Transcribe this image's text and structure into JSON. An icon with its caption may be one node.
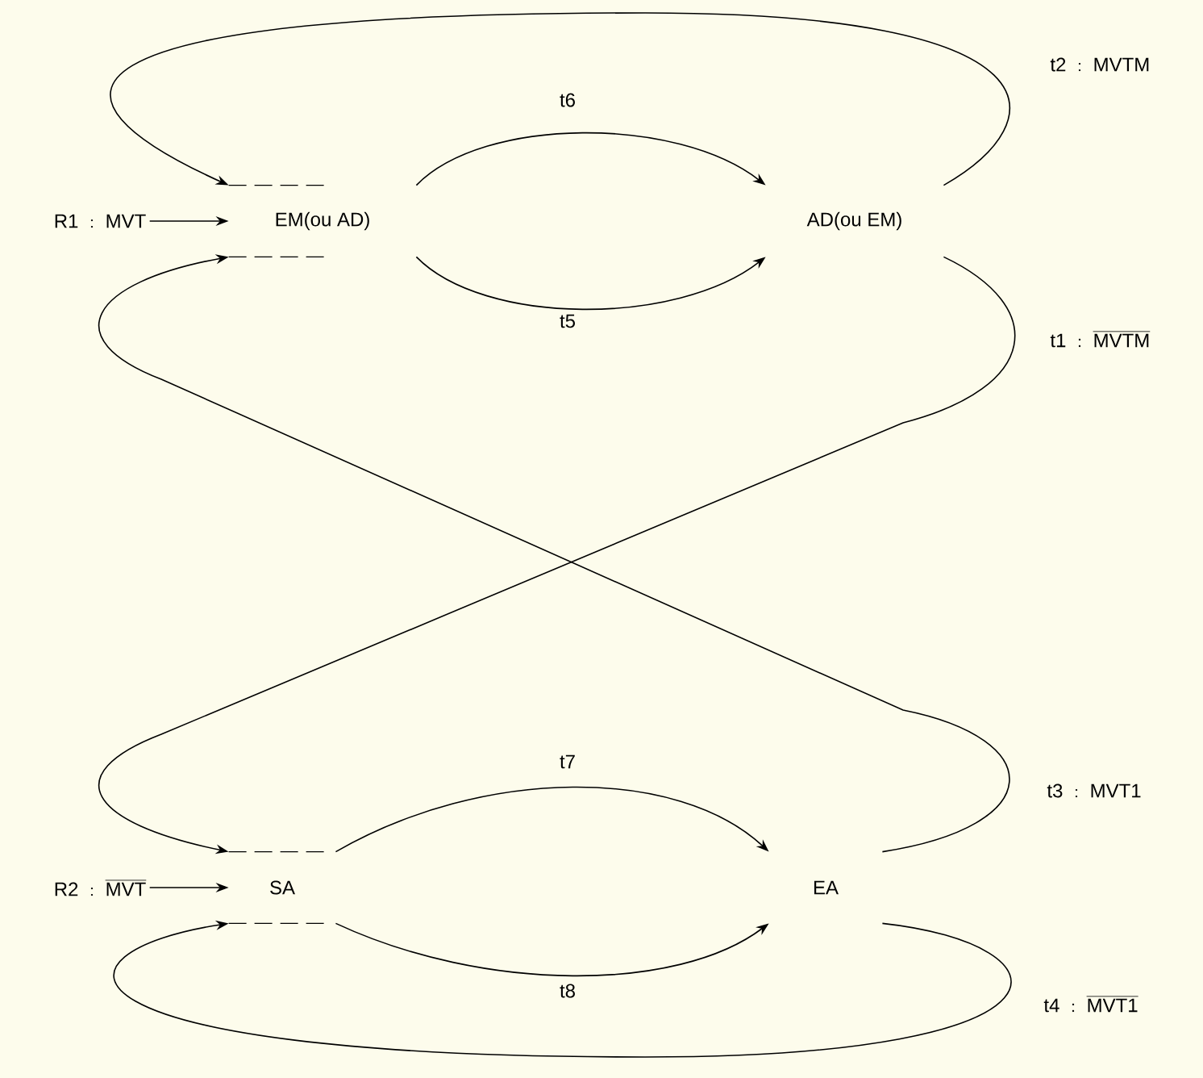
{
  "diagram": {
    "nodes": [
      {
        "text": [
          "\\mathsf{R1\\;:\\;MVT}"
        ]
      },
      {
        "text": [
          "EM(ou AD)"
        ]
      },
      {
        "text": [
          "AD(ou EM)"
        ]
      },
      {
        "text": [
          "\\mathsf{R2\\;:\\;\\overline{MVT}}"
        ]
      },
      {
        "text": [
          "SA"
        ]
      },
      {
        "text": [
          "EA"
        ]
      }
    ],
    "edges": [
      {
        "from": 0,
        "to": 1,
        "arrow": "to"
      },
      {
        "from": 1,
        "to": 2,
        "arrow": "to",
        "label": "\\mathsf{t6}"
      },
      {
        "from": 1,
        "to": 2,
        "arrow": "to",
        "label": "\\mathsf{t5}"
      },
      {
        "from": 2,
        "to": 1,
        "arrow": "to",
        "label": "\\mathsf{t2\\;:\\;MVTM}"
      },
      {
        "from": 2,
        "to": 4,
        "arrow": "to",
        "label": "\\mathsf{t1\\;:\\;\\overline{MVTM}}"
      },
      {
        "from": 3,
        "to": 4,
        "arrow": "to"
      },
      {
        "from": 4,
        "to": 5,
        "arrow": "to",
        "label": "\\mathsf{t7}"
      },
      {
        "from": 4,
        "to": 5,
        "arrow": "to",
        "label": "\\mathsf{t8}"
      },
      {
        "from": 5,
        "to": 1,
        "arrow": "to",
        "label": "\\mathsf{t3\\;:\\;MVT1}"
      },
      {
        "from": 5,
        "to": 4,
        "arrow": "to",
        "label": "\\mathsf{t4\\;:\\;\\overline{MVT1}}"
      }
    ]
  }
}
